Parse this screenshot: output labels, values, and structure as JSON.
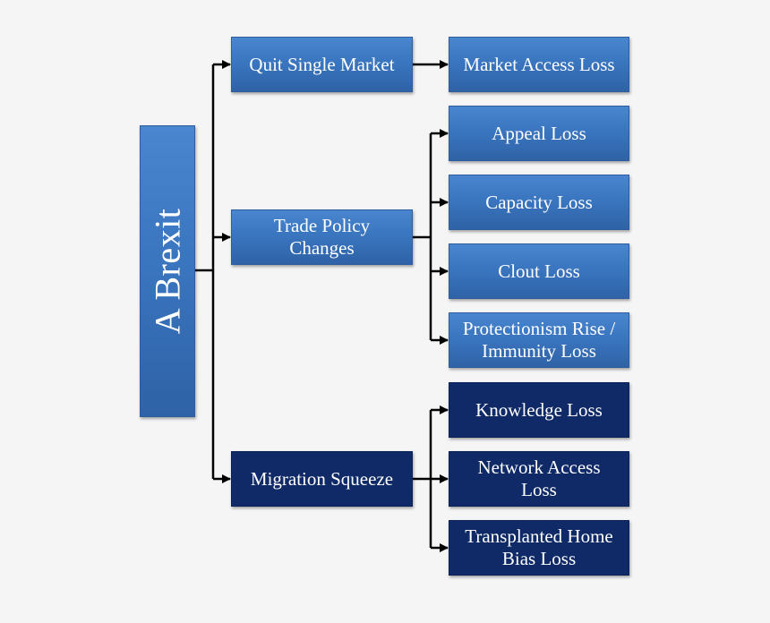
{
  "root": {
    "label": "A Brexit"
  },
  "branches": [
    {
      "label": "Quit Single Market",
      "style": "blue",
      "children": [
        "Market Access Loss"
      ]
    },
    {
      "label": "Trade Policy\nChanges",
      "style": "blue",
      "children": [
        "Appeal Loss",
        "Capacity Loss",
        "Clout Loss",
        "Protectionism Rise /\nImmunity Loss"
      ]
    },
    {
      "label": "Migration Squeeze",
      "style": "navy",
      "children": [
        "Knowledge Loss",
        "Network Access\nLoss",
        "Transplanted Home\nBias Loss"
      ]
    }
  ],
  "colors": {
    "blue_box": "#3a76c0",
    "navy_box": "#0f2a66",
    "connector": "#000000",
    "background": "#f5f5f6"
  }
}
